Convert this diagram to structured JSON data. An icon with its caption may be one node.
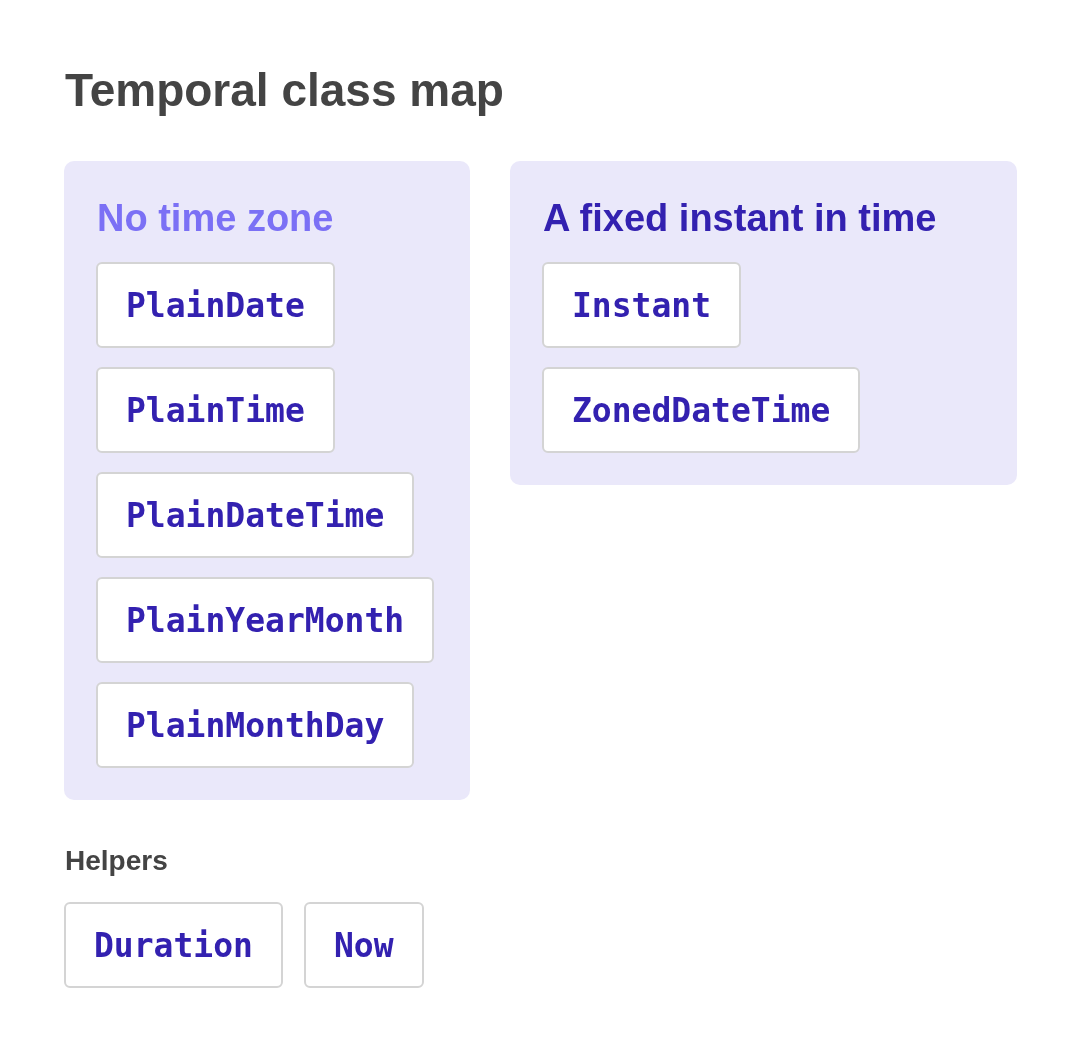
{
  "diagram": {
    "title": "Temporal class map",
    "nodes": [
      {
        "text": [
          "No time zone"
        ]
      },
      {
        "text": [
          "PlainDate"
        ],
        "in": 0
      },
      {
        "text": [
          "PlainTime"
        ],
        "in": 0
      },
      {
        "text": [
          "PlainDateTime"
        ],
        "in": 0
      },
      {
        "text": [
          "PlainYearMonth"
        ],
        "in": 0
      },
      {
        "text": [
          "PlainMonthDay"
        ],
        "in": 0
      },
      {
        "text": [
          "A fixed instant in time"
        ]
      },
      {
        "text": [
          "Instant"
        ],
        "in": 6
      },
      {
        "text": [
          "ZonedDateTime"
        ],
        "in": 6
      },
      {
        "text": [
          "Duration"
        ]
      },
      {
        "text": [
          "Now"
        ]
      }
    ],
    "labels": [
      "Helpers"
    ]
  }
}
